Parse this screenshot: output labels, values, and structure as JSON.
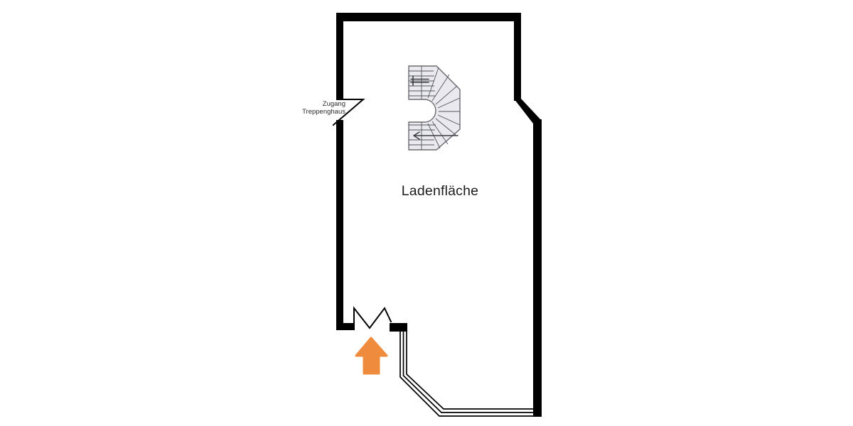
{
  "floorplan": {
    "room_label": "Ladenfläche",
    "access_label": {
      "line1": "Zugang",
      "line2": "Treppenghaus"
    },
    "colors": {
      "wall": "#000000",
      "arrow_fill": "#ef8b3d",
      "stair_fill": "#e9e9ee",
      "stair_line": "#55555e",
      "label_text": "#2b2b2b"
    },
    "elements": [
      "exterior-walls",
      "winder-staircase",
      "stairwell-door-swing",
      "entrance-double-door-swing",
      "entrance-arrow",
      "glazed-shopfront"
    ]
  }
}
